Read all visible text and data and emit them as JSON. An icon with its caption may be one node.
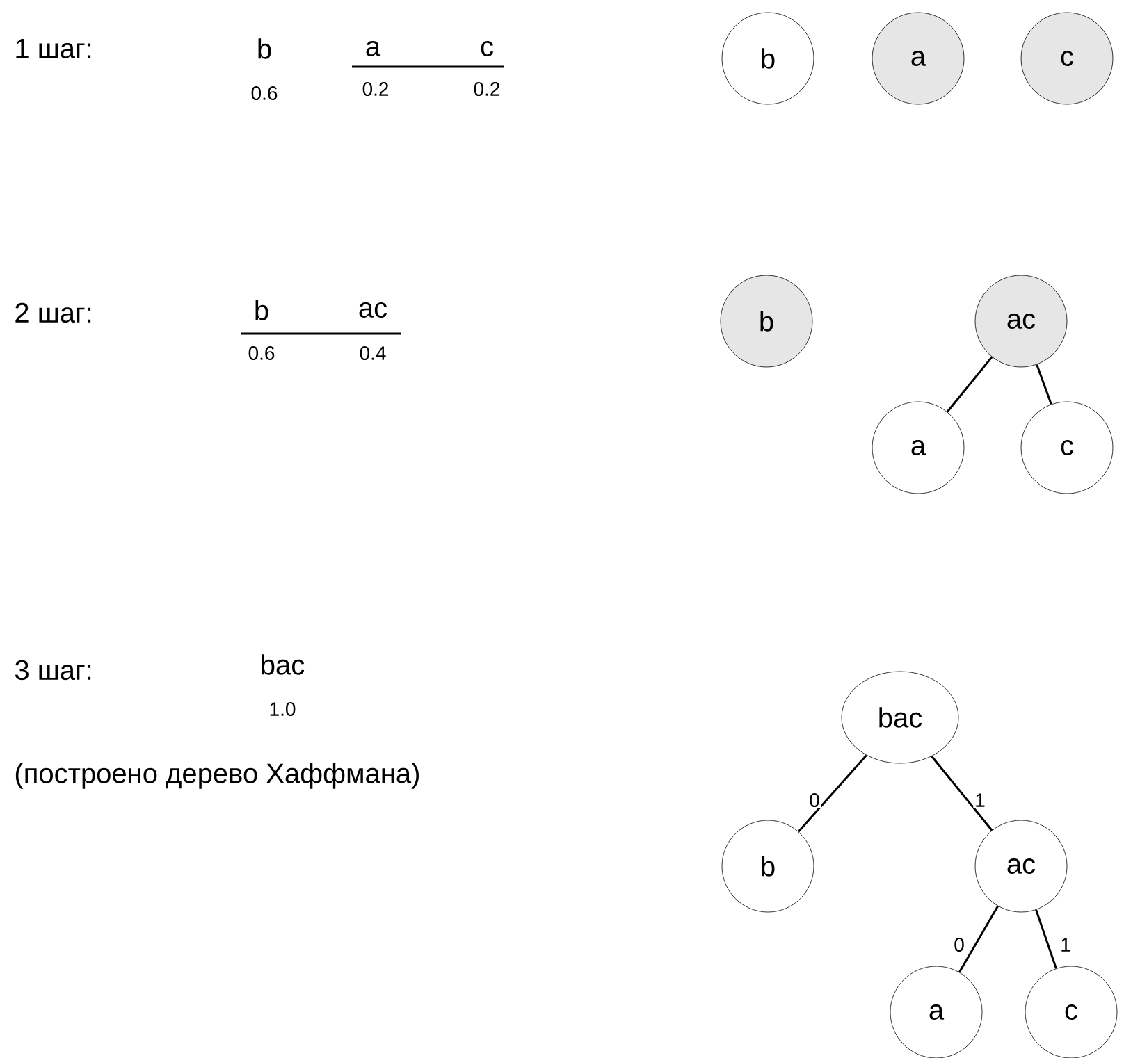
{
  "diagram": {
    "nodes": [
      {
        "text": [
          "b"
        ]
      },
      {
        "text": [
          "a"
        ]
      },
      {
        "text": [
          "c"
        ]
      },
      {
        "text": [
          "b"
        ]
      },
      {
        "text": [
          "ac"
        ]
      },
      {
        "text": [
          "a"
        ]
      },
      {
        "text": [
          "c"
        ]
      },
      {
        "text": [
          "bac"
        ]
      },
      {
        "text": [
          "b"
        ]
      },
      {
        "text": [
          "ac"
        ]
      },
      {
        "text": [
          "a"
        ]
      },
      {
        "text": [
          "c"
        ]
      }
    ],
    "edges": [
      {
        "from": 4,
        "to": 5,
        "arrow": "none"
      },
      {
        "from": 4,
        "to": 6,
        "arrow": "none"
      },
      {
        "from": 7,
        "to": 8,
        "arrow": "none",
        "label": "0"
      },
      {
        "from": 7,
        "to": 9,
        "arrow": "none",
        "label": "1"
      },
      {
        "from": 9,
        "to": 10,
        "arrow": "none",
        "label": "0"
      },
      {
        "from": 9,
        "to": 11,
        "arrow": "none",
        "label": "1"
      }
    ],
    "labels": [
      "1 шаг:",
      "b",
      "a",
      "c",
      "0.6",
      "0.2",
      "0.2",
      "2 шаг:",
      "b",
      "ac",
      "0.6",
      "0.4",
      "3 шаг:",
      "bac",
      "1.0",
      "(построено дерево Хаффмана)"
    ]
  }
}
